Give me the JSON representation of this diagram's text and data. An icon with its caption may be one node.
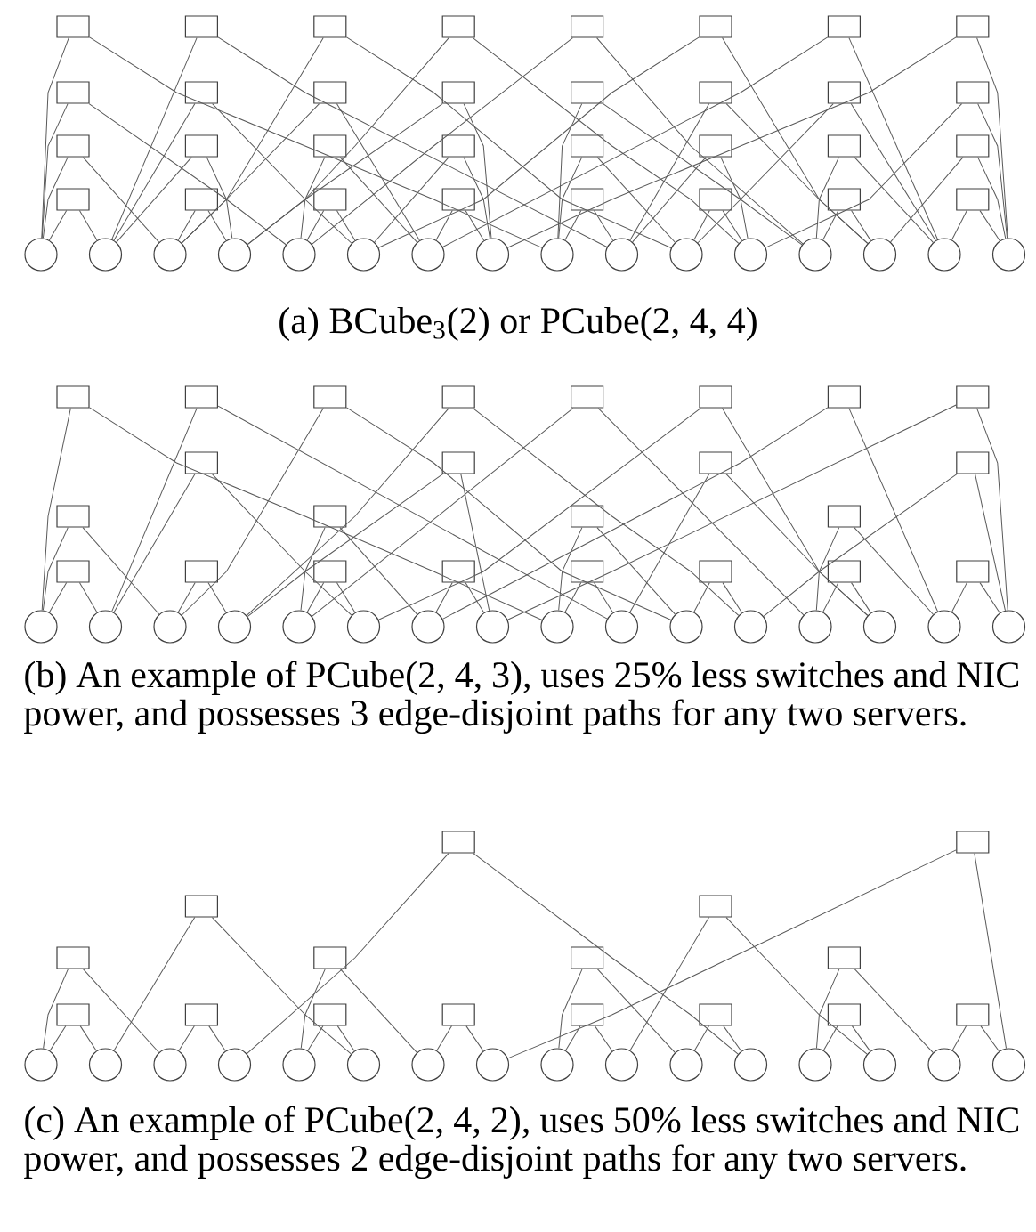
{
  "diagram": {
    "nodes": [
      {
        "text": [],
        "shape": "box"
      },
      {
        "text": [],
        "shape": "box"
      },
      {
        "text": [],
        "shape": "box"
      },
      {
        "text": [],
        "shape": "box"
      },
      {
        "text": [],
        "shape": "box"
      },
      {
        "text": [],
        "shape": "box"
      },
      {
        "text": [],
        "shape": "box"
      },
      {
        "text": [],
        "shape": "box"
      },
      {
        "text": [],
        "shape": "box"
      },
      {
        "text": [],
        "shape": "box"
      },
      {
        "text": [],
        "shape": "box"
      },
      {
        "text": [],
        "shape": "box"
      },
      {
        "text": [],
        "shape": "box"
      },
      {
        "text": [],
        "shape": "box"
      },
      {
        "text": [],
        "shape": "box"
      },
      {
        "text": [],
        "shape": "box"
      },
      {
        "text": [],
        "shape": "box"
      },
      {
        "text": [],
        "shape": "box"
      },
      {
        "text": [],
        "shape": "box"
      },
      {
        "text": [],
        "shape": "box"
      },
      {
        "text": [],
        "shape": "box"
      },
      {
        "text": [],
        "shape": "box"
      },
      {
        "text": [],
        "shape": "box"
      },
      {
        "text": [],
        "shape": "box"
      },
      {
        "text": [],
        "shape": "box"
      },
      {
        "text": [],
        "shape": "box"
      },
      {
        "text": [],
        "shape": "box"
      },
      {
        "text": [],
        "shape": "box"
      },
      {
        "text": [],
        "shape": "box"
      },
      {
        "text": [],
        "shape": "box"
      },
      {
        "text": [],
        "shape": "box"
      },
      {
        "text": [],
        "shape": "box"
      },
      {
        "text": [],
        "shape": "circle"
      },
      {
        "text": [],
        "shape": "circle"
      },
      {
        "text": [],
        "shape": "circle"
      },
      {
        "text": [],
        "shape": "circle"
      },
      {
        "text": [],
        "shape": "circle"
      },
      {
        "text": [],
        "shape": "circle"
      },
      {
        "text": [],
        "shape": "circle"
      },
      {
        "text": [],
        "shape": "circle"
      },
      {
        "text": [],
        "shape": "circle"
      },
      {
        "text": [],
        "shape": "circle"
      },
      {
        "text": [],
        "shape": "circle"
      },
      {
        "text": [],
        "shape": "circle"
      },
      {
        "text": [],
        "shape": "circle"
      },
      {
        "text": [],
        "shape": "circle"
      },
      {
        "text": [],
        "shape": "circle"
      },
      {
        "text": [],
        "shape": "circle"
      },
      {
        "text": [],
        "shape": "box"
      },
      {
        "text": [],
        "shape": "box"
      },
      {
        "text": [],
        "shape": "box"
      },
      {
        "text": [],
        "shape": "box"
      },
      {
        "text": [],
        "shape": "box"
      },
      {
        "text": [],
        "shape": "box"
      },
      {
        "text": [],
        "shape": "box"
      },
      {
        "text": [],
        "shape": "box"
      },
      {
        "text": [],
        "shape": "box"
      },
      {
        "text": [],
        "shape": "box"
      },
      {
        "text": [],
        "shape": "box"
      },
      {
        "text": [],
        "shape": "box"
      },
      {
        "text": [],
        "shape": "box"
      },
      {
        "text": [],
        "shape": "box"
      },
      {
        "text": [],
        "shape": "box"
      },
      {
        "text": [],
        "shape": "box"
      },
      {
        "text": [],
        "shape": "box"
      },
      {
        "text": [],
        "shape": "box"
      },
      {
        "text": [],
        "shape": "box"
      },
      {
        "text": [],
        "shape": "box"
      },
      {
        "text": [],
        "shape": "box"
      },
      {
        "text": [],
        "shape": "box"
      },
      {
        "text": [],
        "shape": "box"
      },
      {
        "text": [],
        "shape": "box"
      },
      {
        "text": [],
        "shape": "circle"
      },
      {
        "text": [],
        "shape": "circle"
      },
      {
        "text": [],
        "shape": "circle"
      },
      {
        "text": [],
        "shape": "circle"
      },
      {
        "text": [],
        "shape": "circle"
      },
      {
        "text": [],
        "shape": "circle"
      },
      {
        "text": [],
        "shape": "circle"
      },
      {
        "text": [],
        "shape": "circle"
      },
      {
        "text": [],
        "shape": "circle"
      },
      {
        "text": [],
        "shape": "circle"
      },
      {
        "text": [],
        "shape": "circle"
      },
      {
        "text": [],
        "shape": "circle"
      },
      {
        "text": [],
        "shape": "circle"
      },
      {
        "text": [],
        "shape": "circle"
      },
      {
        "text": [],
        "shape": "circle"
      },
      {
        "text": [],
        "shape": "circle"
      },
      {
        "text": [],
        "shape": "box"
      },
      {
        "text": [],
        "shape": "box"
      },
      {
        "text": [],
        "shape": "box"
      },
      {
        "text": [],
        "shape": "box"
      },
      {
        "text": [],
        "shape": "box"
      },
      {
        "text": [],
        "shape": "box"
      },
      {
        "text": [],
        "shape": "box"
      },
      {
        "text": [],
        "shape": "box"
      },
      {
        "text": [],
        "shape": "box"
      },
      {
        "text": [],
        "shape": "box"
      },
      {
        "text": [],
        "shape": "box"
      },
      {
        "text": [],
        "shape": "box"
      },
      {
        "text": [],
        "shape": "box"
      },
      {
        "text": [],
        "shape": "box"
      },
      {
        "text": [],
        "shape": "box"
      },
      {
        "text": [],
        "shape": "box"
      },
      {
        "text": [],
        "shape": "circle"
      },
      {
        "text": [],
        "shape": "circle"
      },
      {
        "text": [],
        "shape": "circle"
      },
      {
        "text": [],
        "shape": "circle"
      },
      {
        "text": [],
        "shape": "circle"
      },
      {
        "text": [],
        "shape": "circle"
      },
      {
        "text": [],
        "shape": "circle"
      },
      {
        "text": [],
        "shape": "circle"
      },
      {
        "text": [],
        "shape": "circle"
      },
      {
        "text": [],
        "shape": "circle"
      },
      {
        "text": [],
        "shape": "circle"
      },
      {
        "text": [],
        "shape": "circle"
      },
      {
        "text": [],
        "shape": "circle"
      },
      {
        "text": [],
        "shape": "circle"
      },
      {
        "text": [],
        "shape": "circle"
      },
      {
        "text": [],
        "shape": "circle"
      }
    ],
    "edges": [
      {
        "from": 0,
        "to": 32,
        "arrow": "none"
      },
      {
        "from": 0,
        "to": 40,
        "arrow": "none"
      },
      {
        "from": 1,
        "to": 33,
        "arrow": "none"
      },
      {
        "from": 1,
        "to": 41,
        "arrow": "none"
      },
      {
        "from": 2,
        "to": 34,
        "arrow": "none"
      },
      {
        "from": 2,
        "to": 42,
        "arrow": "none"
      },
      {
        "from": 3,
        "to": 35,
        "arrow": "none"
      },
      {
        "from": 3,
        "to": 43,
        "arrow": "none"
      },
      {
        "from": 4,
        "to": 36,
        "arrow": "none"
      },
      {
        "from": 4,
        "to": 44,
        "arrow": "none"
      },
      {
        "from": 5,
        "to": 37,
        "arrow": "none"
      },
      {
        "from": 5,
        "to": 45,
        "arrow": "none"
      },
      {
        "from": 6,
        "to": 38,
        "arrow": "none"
      },
      {
        "from": 6,
        "to": 46,
        "arrow": "none"
      },
      {
        "from": 7,
        "to": 39,
        "arrow": "none"
      },
      {
        "from": 7,
        "to": 47,
        "arrow": "none"
      },
      {
        "from": 8,
        "to": 32,
        "arrow": "none"
      },
      {
        "from": 8,
        "to": 36,
        "arrow": "none"
      },
      {
        "from": 9,
        "to": 33,
        "arrow": "none"
      },
      {
        "from": 9,
        "to": 37,
        "arrow": "none"
      },
      {
        "from": 10,
        "to": 34,
        "arrow": "none"
      },
      {
        "from": 10,
        "to": 38,
        "arrow": "none"
      },
      {
        "from": 11,
        "to": 35,
        "arrow": "none"
      },
      {
        "from": 11,
        "to": 39,
        "arrow": "none"
      },
      {
        "from": 12,
        "to": 40,
        "arrow": "none"
      },
      {
        "from": 12,
        "to": 44,
        "arrow": "none"
      },
      {
        "from": 13,
        "to": 41,
        "arrow": "none"
      },
      {
        "from": 13,
        "to": 45,
        "arrow": "none"
      },
      {
        "from": 14,
        "to": 42,
        "arrow": "none"
      },
      {
        "from": 14,
        "to": 46,
        "arrow": "none"
      },
      {
        "from": 15,
        "to": 43,
        "arrow": "none"
      },
      {
        "from": 15,
        "to": 47,
        "arrow": "none"
      },
      {
        "from": 16,
        "to": 32,
        "arrow": "none"
      },
      {
        "from": 16,
        "to": 34,
        "arrow": "none"
      },
      {
        "from": 17,
        "to": 33,
        "arrow": "none"
      },
      {
        "from": 17,
        "to": 35,
        "arrow": "none"
      },
      {
        "from": 18,
        "to": 36,
        "arrow": "none"
      },
      {
        "from": 18,
        "to": 38,
        "arrow": "none"
      },
      {
        "from": 19,
        "to": 37,
        "arrow": "none"
      },
      {
        "from": 19,
        "to": 39,
        "arrow": "none"
      },
      {
        "from": 20,
        "to": 40,
        "arrow": "none"
      },
      {
        "from": 20,
        "to": 42,
        "arrow": "none"
      },
      {
        "from": 21,
        "to": 41,
        "arrow": "none"
      },
      {
        "from": 21,
        "to": 43,
        "arrow": "none"
      },
      {
        "from": 22,
        "to": 44,
        "arrow": "none"
      },
      {
        "from": 22,
        "to": 46,
        "arrow": "none"
      },
      {
        "from": 23,
        "to": 45,
        "arrow": "none"
      },
      {
        "from": 23,
        "to": 47,
        "arrow": "none"
      },
      {
        "from": 24,
        "to": 32,
        "arrow": "none"
      },
      {
        "from": 24,
        "to": 33,
        "arrow": "none"
      },
      {
        "from": 25,
        "to": 34,
        "arrow": "none"
      },
      {
        "from": 25,
        "to": 35,
        "arrow": "none"
      },
      {
        "from": 26,
        "to": 36,
        "arrow": "none"
      },
      {
        "from": 26,
        "to": 37,
        "arrow": "none"
      },
      {
        "from": 27,
        "to": 38,
        "arrow": "none"
      },
      {
        "from": 27,
        "to": 39,
        "arrow": "none"
      },
      {
        "from": 28,
        "to": 40,
        "arrow": "none"
      },
      {
        "from": 28,
        "to": 41,
        "arrow": "none"
      },
      {
        "from": 29,
        "to": 42,
        "arrow": "none"
      },
      {
        "from": 29,
        "to": 43,
        "arrow": "none"
      },
      {
        "from": 30,
        "to": 44,
        "arrow": "none"
      },
      {
        "from": 30,
        "to": 45,
        "arrow": "none"
      },
      {
        "from": 31,
        "to": 46,
        "arrow": "none"
      },
      {
        "from": 31,
        "to": 47,
        "arrow": "none"
      },
      {
        "from": 48,
        "to": 72,
        "arrow": "none"
      },
      {
        "from": 48,
        "to": 80,
        "arrow": "none"
      },
      {
        "from": 49,
        "to": 73,
        "arrow": "none"
      },
      {
        "from": 49,
        "to": 81,
        "arrow": "none"
      },
      {
        "from": 50,
        "to": 74,
        "arrow": "none"
      },
      {
        "from": 50,
        "to": 82,
        "arrow": "none"
      },
      {
        "from": 51,
        "to": 75,
        "arrow": "none"
      },
      {
        "from": 51,
        "to": 83,
        "arrow": "none"
      },
      {
        "from": 52,
        "to": 76,
        "arrow": "none"
      },
      {
        "from": 52,
        "to": 84,
        "arrow": "none"
      },
      {
        "from": 53,
        "to": 77,
        "arrow": "none"
      },
      {
        "from": 53,
        "to": 85,
        "arrow": "none"
      },
      {
        "from": 54,
        "to": 78,
        "arrow": "none"
      },
      {
        "from": 54,
        "to": 86,
        "arrow": "none"
      },
      {
        "from": 55,
        "to": 79,
        "arrow": "none"
      },
      {
        "from": 55,
        "to": 87,
        "arrow": "none"
      },
      {
        "from": 56,
        "to": 73,
        "arrow": "none"
      },
      {
        "from": 56,
        "to": 77,
        "arrow": "none"
      },
      {
        "from": 57,
        "to": 75,
        "arrow": "none"
      },
      {
        "from": 57,
        "to": 79,
        "arrow": "none"
      },
      {
        "from": 58,
        "to": 81,
        "arrow": "none"
      },
      {
        "from": 58,
        "to": 85,
        "arrow": "none"
      },
      {
        "from": 59,
        "to": 83,
        "arrow": "none"
      },
      {
        "from": 59,
        "to": 87,
        "arrow": "none"
      },
      {
        "from": 60,
        "to": 72,
        "arrow": "none"
      },
      {
        "from": 60,
        "to": 74,
        "arrow": "none"
      },
      {
        "from": 61,
        "to": 76,
        "arrow": "none"
      },
      {
        "from": 61,
        "to": 78,
        "arrow": "none"
      },
      {
        "from": 62,
        "to": 80,
        "arrow": "none"
      },
      {
        "from": 62,
        "to": 82,
        "arrow": "none"
      },
      {
        "from": 63,
        "to": 84,
        "arrow": "none"
      },
      {
        "from": 63,
        "to": 86,
        "arrow": "none"
      },
      {
        "from": 64,
        "to": 72,
        "arrow": "none"
      },
      {
        "from": 64,
        "to": 73,
        "arrow": "none"
      },
      {
        "from": 65,
        "to": 74,
        "arrow": "none"
      },
      {
        "from": 65,
        "to": 75,
        "arrow": "none"
      },
      {
        "from": 66,
        "to": 76,
        "arrow": "none"
      },
      {
        "from": 66,
        "to": 77,
        "arrow": "none"
      },
      {
        "from": 67,
        "to": 78,
        "arrow": "none"
      },
      {
        "from": 67,
        "to": 79,
        "arrow": "none"
      },
      {
        "from": 68,
        "to": 80,
        "arrow": "none"
      },
      {
        "from": 68,
        "to": 81,
        "arrow": "none"
      },
      {
        "from": 69,
        "to": 82,
        "arrow": "none"
      },
      {
        "from": 69,
        "to": 83,
        "arrow": "none"
      },
      {
        "from": 70,
        "to": 84,
        "arrow": "none"
      },
      {
        "from": 70,
        "to": 85,
        "arrow": "none"
      },
      {
        "from": 71,
        "to": 86,
        "arrow": "none"
      },
      {
        "from": 71,
        "to": 87,
        "arrow": "none"
      },
      {
        "from": 88,
        "to": 107,
        "arrow": "none"
      },
      {
        "from": 88,
        "to": 115,
        "arrow": "none"
      },
      {
        "from": 89,
        "to": 111,
        "arrow": "none"
      },
      {
        "from": 89,
        "to": 119,
        "arrow": "none"
      },
      {
        "from": 90,
        "to": 105,
        "arrow": "none"
      },
      {
        "from": 90,
        "to": 109,
        "arrow": "none"
      },
      {
        "from": 91,
        "to": 113,
        "arrow": "none"
      },
      {
        "from": 91,
        "to": 117,
        "arrow": "none"
      },
      {
        "from": 92,
        "to": 104,
        "arrow": "none"
      },
      {
        "from": 92,
        "to": 106,
        "arrow": "none"
      },
      {
        "from": 93,
        "to": 108,
        "arrow": "none"
      },
      {
        "from": 93,
        "to": 110,
        "arrow": "none"
      },
      {
        "from": 94,
        "to": 112,
        "arrow": "none"
      },
      {
        "from": 94,
        "to": 114,
        "arrow": "none"
      },
      {
        "from": 95,
        "to": 116,
        "arrow": "none"
      },
      {
        "from": 95,
        "to": 118,
        "arrow": "none"
      },
      {
        "from": 96,
        "to": 104,
        "arrow": "none"
      },
      {
        "from": 96,
        "to": 105,
        "arrow": "none"
      },
      {
        "from": 97,
        "to": 106,
        "arrow": "none"
      },
      {
        "from": 97,
        "to": 107,
        "arrow": "none"
      },
      {
        "from": 98,
        "to": 108,
        "arrow": "none"
      },
      {
        "from": 98,
        "to": 109,
        "arrow": "none"
      },
      {
        "from": 99,
        "to": 110,
        "arrow": "none"
      },
      {
        "from": 99,
        "to": 111,
        "arrow": "none"
      },
      {
        "from": 100,
        "to": 112,
        "arrow": "none"
      },
      {
        "from": 100,
        "to": 113,
        "arrow": "none"
      },
      {
        "from": 101,
        "to": 114,
        "arrow": "none"
      },
      {
        "from": 101,
        "to": 115,
        "arrow": "none"
      },
      {
        "from": 102,
        "to": 116,
        "arrow": "none"
      },
      {
        "from": 102,
        "to": 117,
        "arrow": "none"
      },
      {
        "from": 103,
        "to": 118,
        "arrow": "none"
      },
      {
        "from": 103,
        "to": 119,
        "arrow": "none"
      }
    ],
    "labels": [
      "(a) BCube$_{3}$(2) or PCube(2, 4, 4)",
      "(b) An example of PCube(2, 4, 3), uses 25% less switches and NIC power, and possesses 3 edge-disjoint paths for any two servers.",
      "(c) An example of PCube(2, 4, 2), uses 50% less switches and NIC power, and possesses 2 edge-disjoint paths for any two servers."
    ]
  }
}
